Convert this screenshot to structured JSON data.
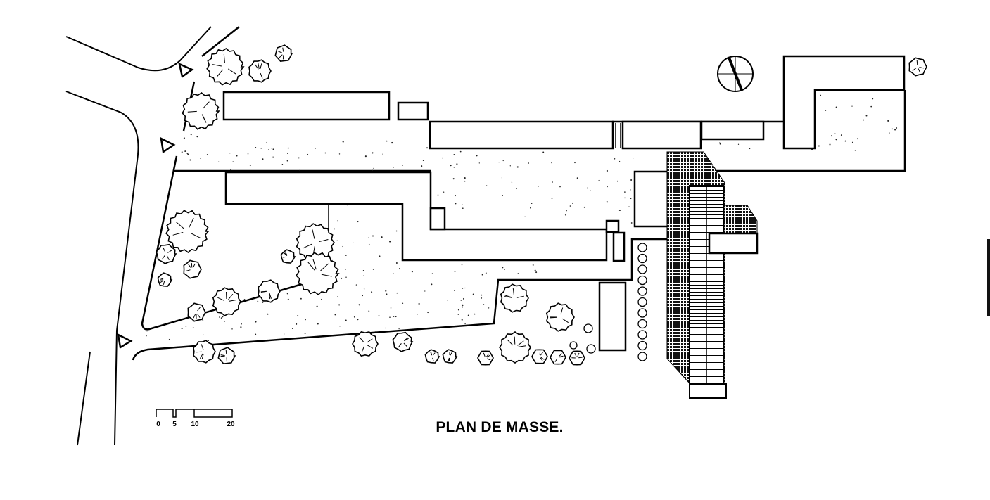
{
  "drawing": {
    "title": "PLAN DE MASSE.",
    "scale_bar": {
      "labels": [
        "0",
        "5",
        "10",
        "20"
      ]
    }
  }
}
